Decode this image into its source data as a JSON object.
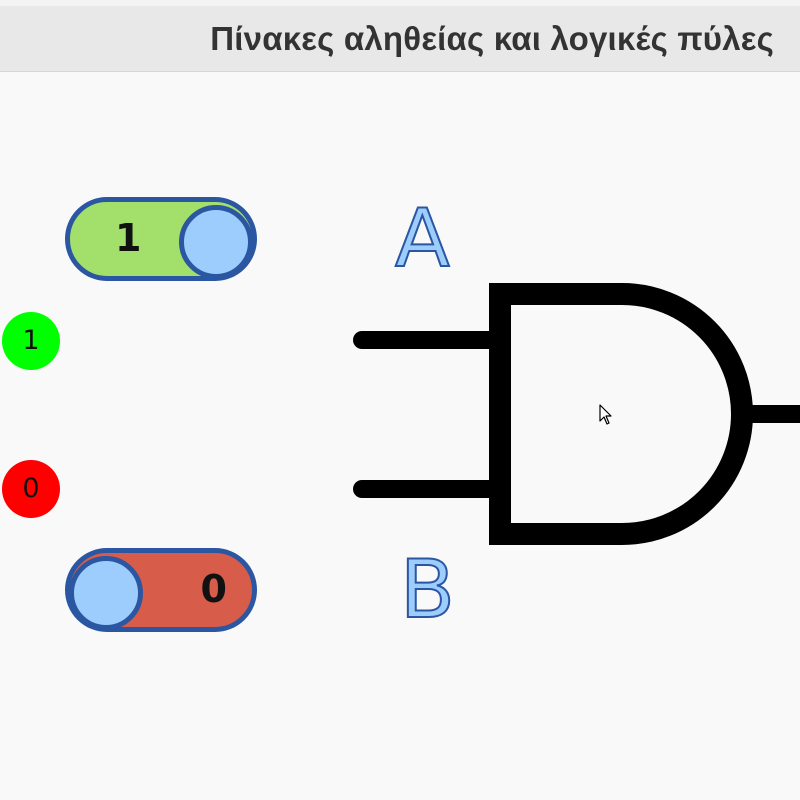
{
  "header": {
    "title": "Πίνακες αληθείας και λογικές πύλες"
  },
  "inputs": {
    "a": {
      "label": "A",
      "toggle_value": "1",
      "indicator_value": "1",
      "on": true,
      "toggle_color": "#a3e06b",
      "indicator_color": "#00ff00"
    },
    "b": {
      "label": "B",
      "toggle_value": "0",
      "indicator_value": "0",
      "on": false,
      "toggle_color": "#d75c4a",
      "indicator_color": "#ff0000"
    }
  },
  "gate": {
    "type": "AND"
  },
  "colors": {
    "header_bg": "#e8e8e8",
    "header_text": "#333333",
    "toggle_border": "#2a56a2",
    "knob": "#9ccdfc",
    "label_fill": "#9ccdfc",
    "label_stroke": "#2a56a2",
    "gate_stroke": "#000000",
    "background": "#f9f9f9"
  },
  "icons": {
    "cursor": "arrow-cursor-icon"
  }
}
